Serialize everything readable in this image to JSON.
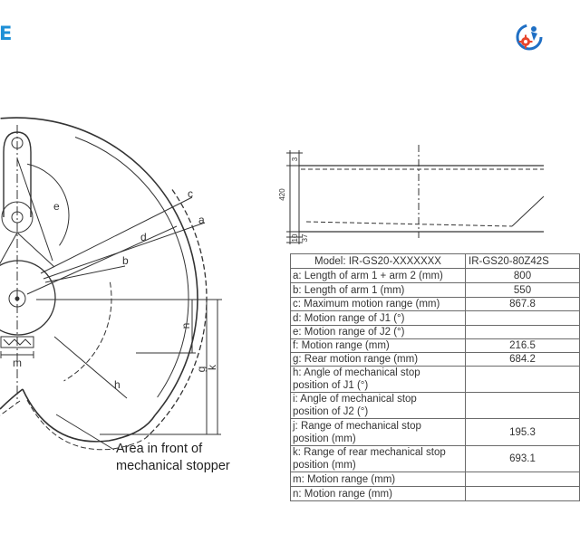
{
  "logo": {
    "text": "E",
    "brand_color": "#1e8fd6",
    "icon": "company-gear-logo-icon"
  },
  "diagram": {
    "labels": {
      "a": "a",
      "b": "b",
      "c": "c",
      "d": "d",
      "e": "e",
      "g": "g",
      "h": "h",
      "k": "k",
      "m": "m",
      "n": "n"
    },
    "stopper_note": [
      "Area in front of",
      "mechanical stopper"
    ]
  },
  "side_view": {
    "dimensions": {
      "top_offset": "3",
      "height": "420",
      "bottom_offset_1": "10",
      "bottom_offset_2": "37"
    }
  },
  "spec_table": {
    "header": {
      "label": "Model: IR-GS20-XXXXXXX",
      "value": "IR-GS20-80Z42S"
    },
    "rows": [
      {
        "label": "a: Length of arm 1 + arm 2 (mm)",
        "value": "800"
      },
      {
        "label": "b: Length of arm 1 (mm)",
        "value": "550"
      },
      {
        "label": "c: Maximum motion range (mm)",
        "value": "867.8"
      },
      {
        "label": "d: Motion range of J1 (°)",
        "value": ""
      },
      {
        "label": "e: Motion range of J2 (°)",
        "value": ""
      },
      {
        "label": "f: Motion range (mm)",
        "value": "216.5"
      },
      {
        "label": "g: Rear motion range (mm)",
        "value": "684.2"
      },
      {
        "label": [
          "h: Angle of mechanical stop",
          "position of J1 (°)"
        ],
        "value": ""
      },
      {
        "label": [
          "i: Angle of mechanical stop",
          "position of J2 (°)"
        ],
        "value": ""
      },
      {
        "label": [
          "j: Range of mechanical stop",
          "position (mm)"
        ],
        "value": "195.3"
      },
      {
        "label": [
          "k: Range of rear mechanical stop",
          "position (mm)"
        ],
        "value": "693.1"
      },
      {
        "label": "m: Motion range (mm)",
        "value": ""
      },
      {
        "label": "n: Motion range (mm)",
        "value": ""
      }
    ]
  }
}
